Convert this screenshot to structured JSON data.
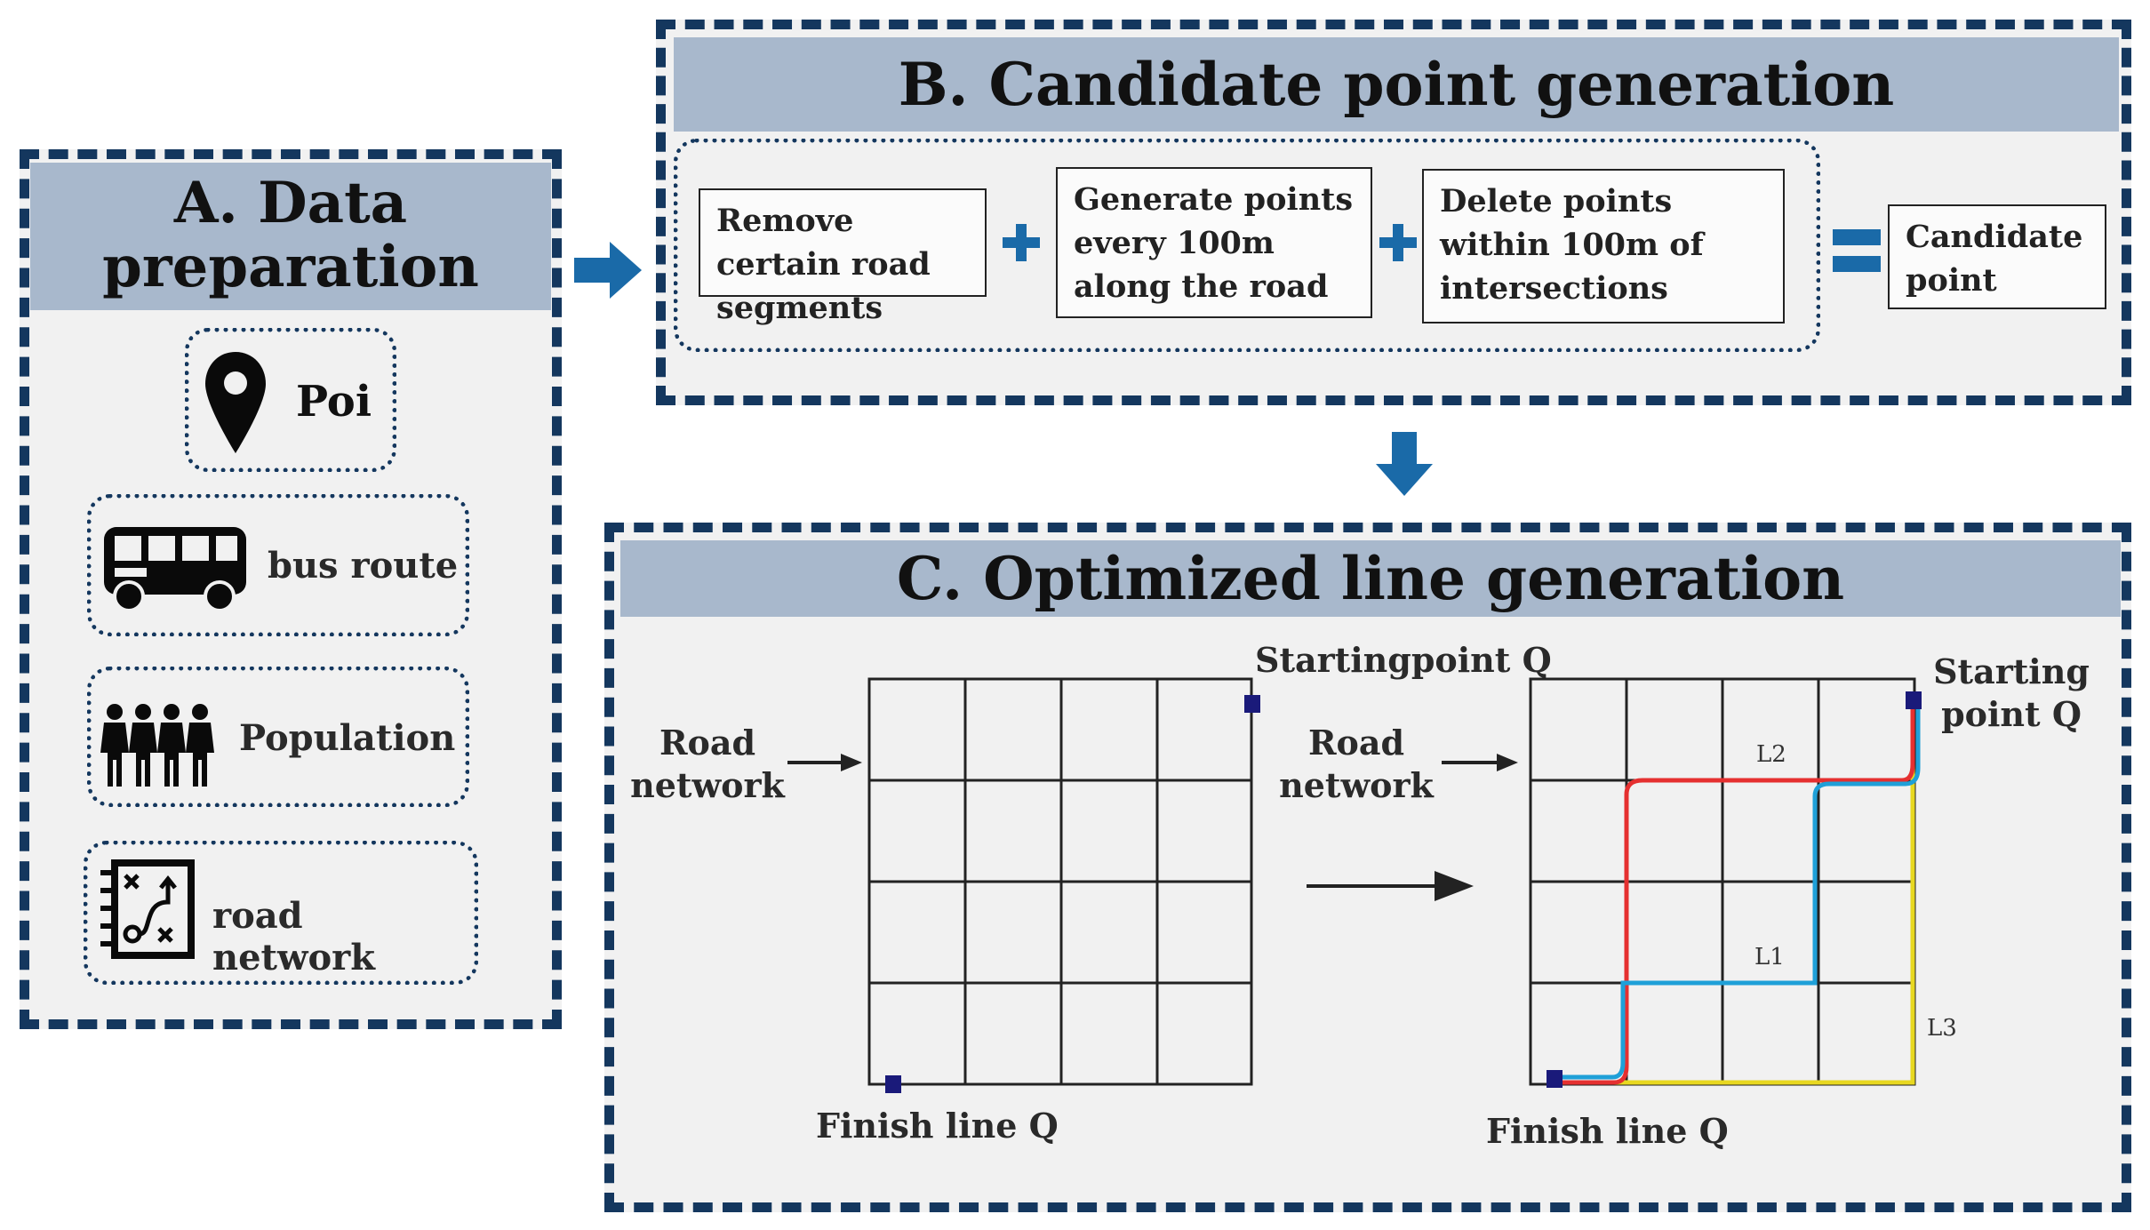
{
  "colors": {
    "border": "#14375e",
    "panel_bg": "#f1f1f1",
    "header_bg": "#a8b8cc",
    "accent_blue": "#1a6aa8",
    "route_red": "#e53030",
    "route_blue": "#1fa0d8",
    "route_yellow": "#e8d820",
    "node": "#1a1a7a"
  },
  "panel_a": {
    "title_line1": "A. Data",
    "title_line2": "preparation",
    "items": [
      {
        "icon": "location-pin-icon",
        "label": "Poi"
      },
      {
        "icon": "bus-icon",
        "label": "bus route"
      },
      {
        "icon": "people-icon",
        "label": "Population"
      },
      {
        "icon": "route-plan-icon",
        "label": "road network"
      }
    ]
  },
  "panel_b": {
    "title": "B. Candidate point generation",
    "steps": [
      "Remove certain road segments",
      "Generate points every 100m along the road",
      "Delete points within 100m of intersections"
    ],
    "operator_plus": "plus-icon",
    "operator_equals": "equals-icon",
    "result": "Candidate point"
  },
  "panel_c": {
    "title": "C. Optimized line generation",
    "left": {
      "road_label_1": "Road",
      "road_label_2": "network",
      "start_label": "Startingpoint Q",
      "finish_label": "Finish line Q"
    },
    "right": {
      "road_label_1": "Road",
      "road_label_2": "network",
      "start_label_1": "Starting",
      "start_label_2": "point Q",
      "finish_label": "Finish line Q",
      "routes": [
        "L1",
        "L2",
        "L3"
      ]
    }
  }
}
